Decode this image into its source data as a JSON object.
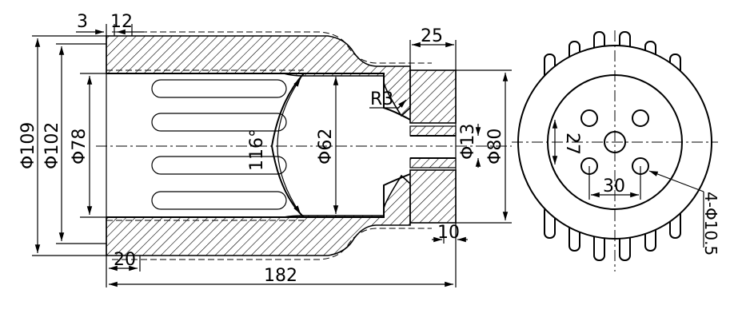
{
  "dimensions": {
    "d109": "Φ109",
    "d102": "Φ102",
    "d78": "Φ78",
    "d62": "Φ62",
    "d13": "Φ13",
    "d80": "Φ80",
    "angle116": "116°",
    "r3": "R3",
    "t3": "3",
    "t12": "12",
    "l25": "25",
    "l20": "20",
    "l10": "10",
    "l182": "182",
    "v27": "27",
    "h30": "30",
    "holes": "4-Φ10.5"
  },
  "colors": {
    "line": "#000000",
    "background": "#ffffff"
  }
}
